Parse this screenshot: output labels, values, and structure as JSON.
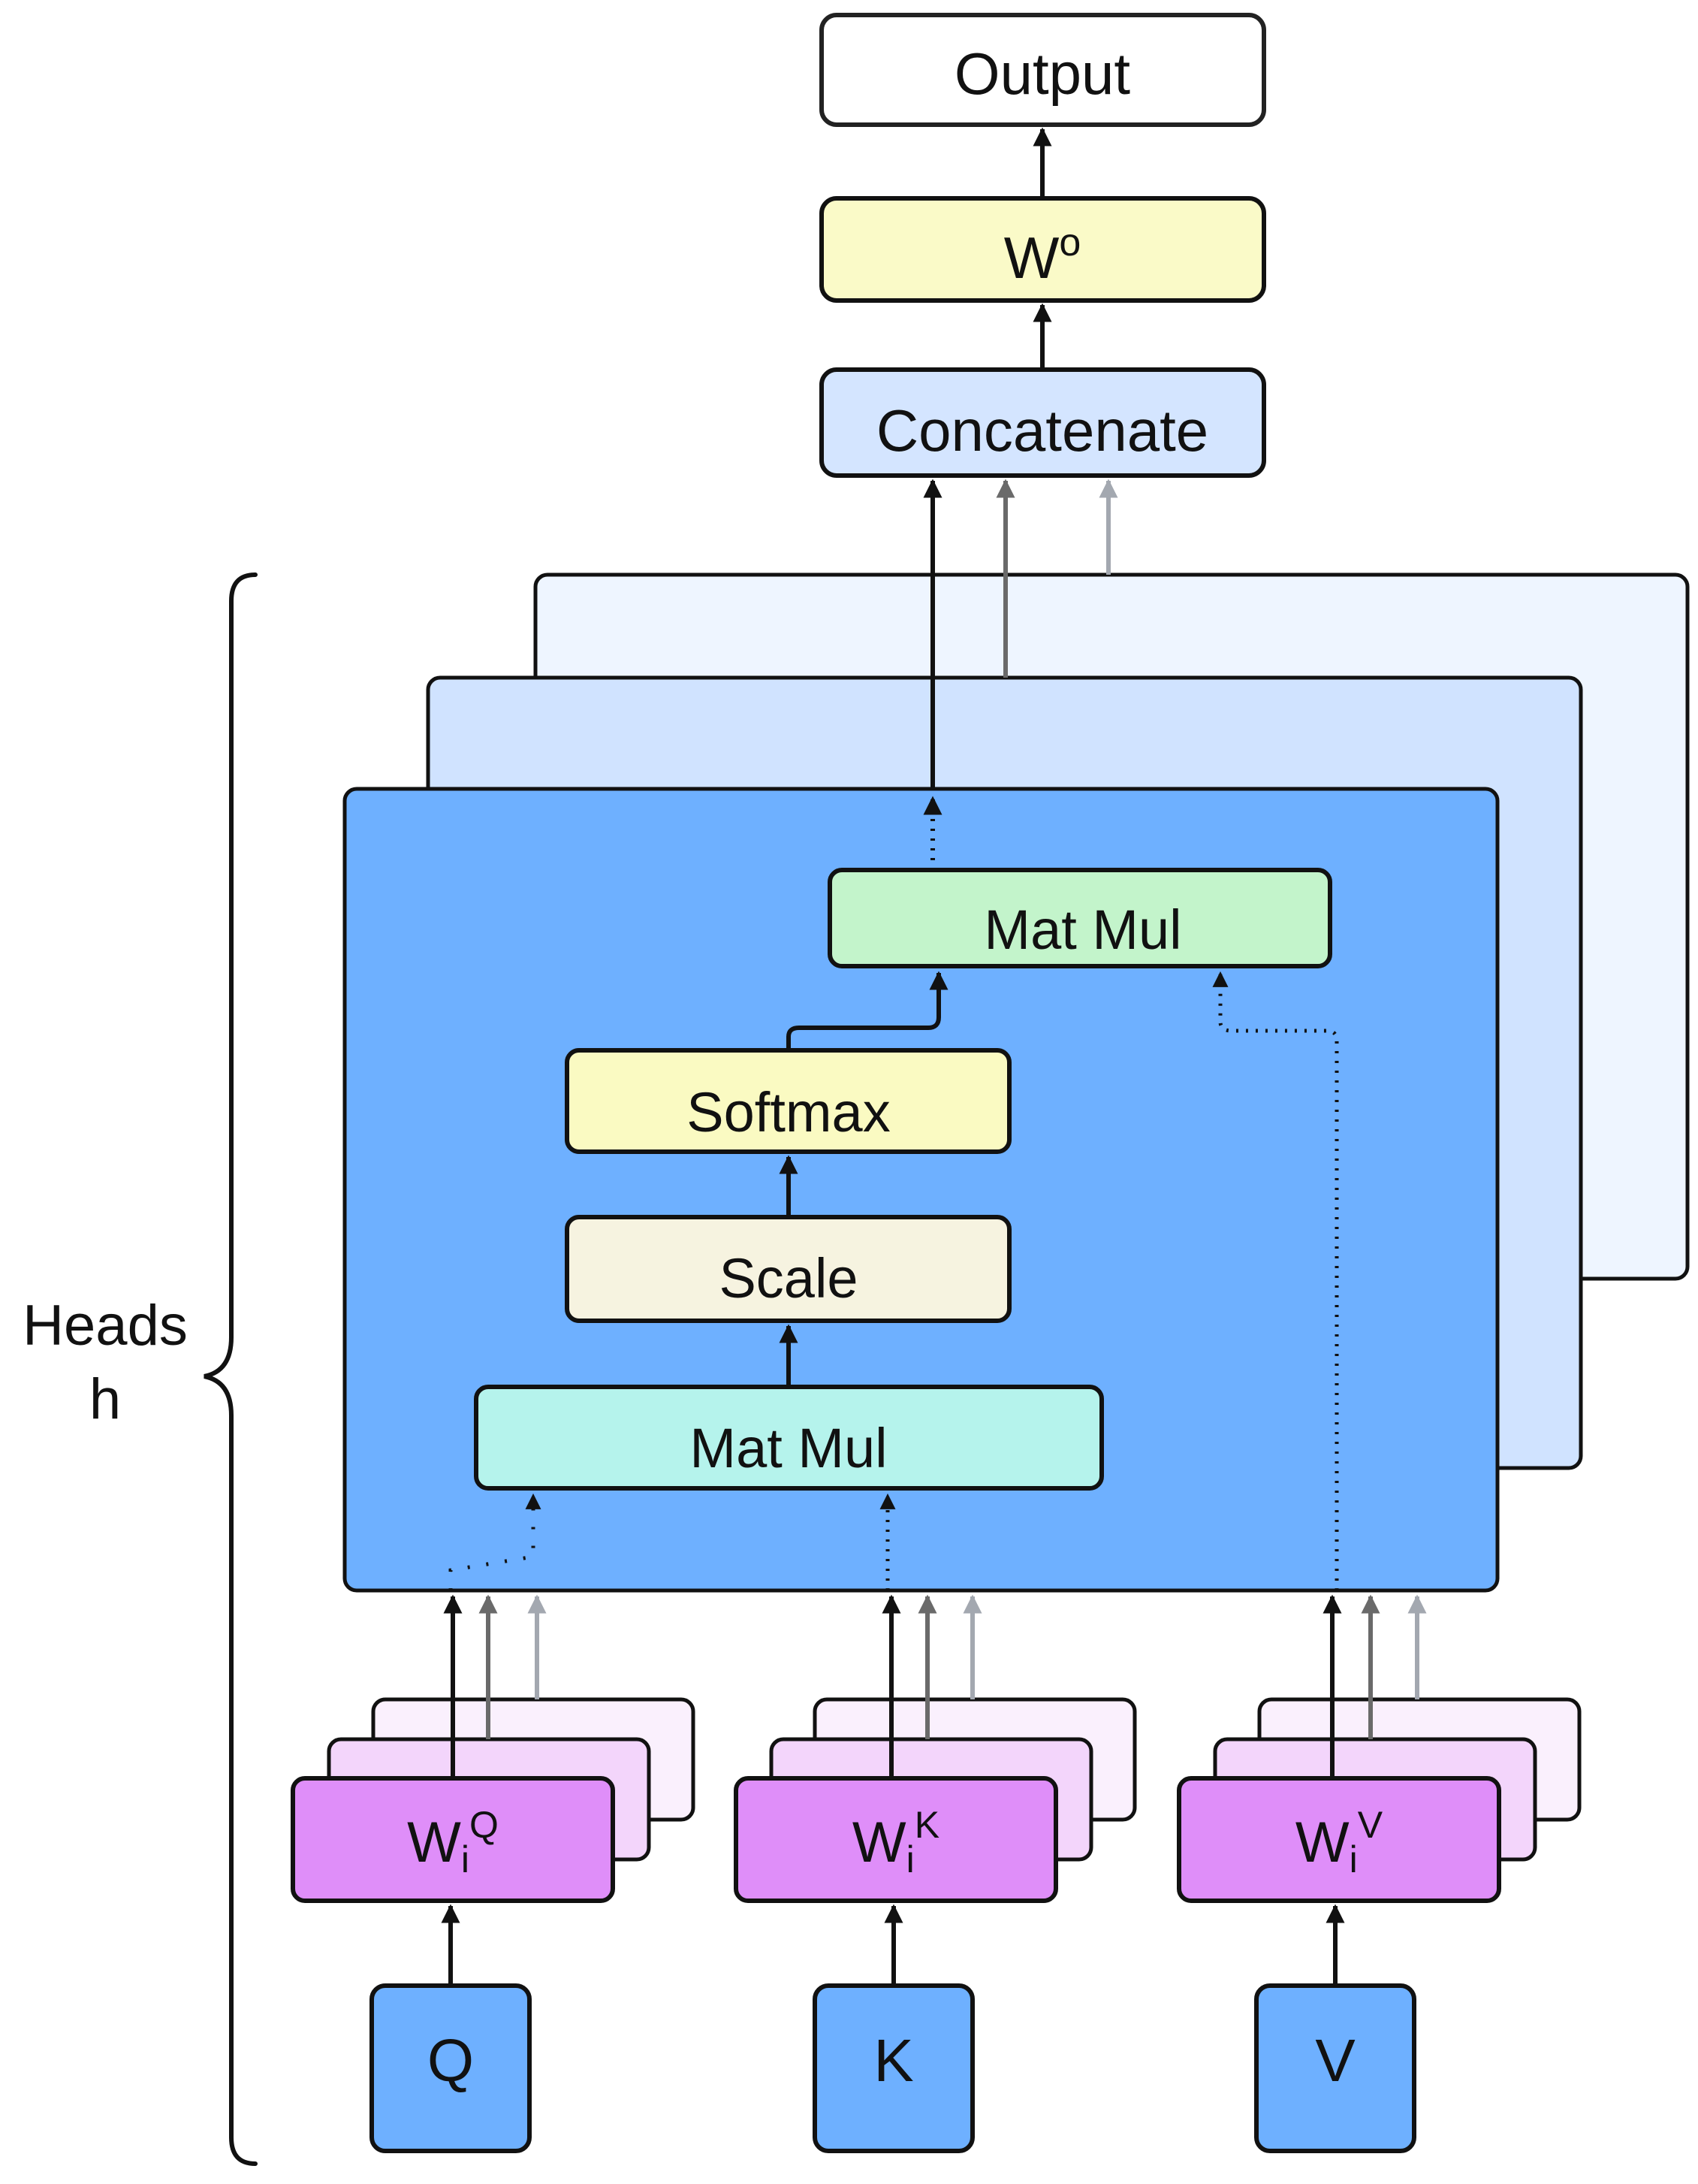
{
  "output": {
    "label": "Output"
  },
  "wo": {
    "label": "W",
    "sup": "o"
  },
  "concat": {
    "label": "Concatenate"
  },
  "heads": {
    "line1": "Heads",
    "line2": "h"
  },
  "matmul_top": {
    "label": "Mat Mul"
  },
  "softmax": {
    "label": "Softmax"
  },
  "scale": {
    "label": "Scale"
  },
  "matmul_bottom": {
    "label": "Mat Mul"
  },
  "proj_q": {
    "base": "W",
    "sub": "i",
    "sup": "Q"
  },
  "proj_k": {
    "base": "W",
    "sub": "i",
    "sup": "K"
  },
  "proj_v": {
    "base": "W",
    "sub": "i",
    "sup": "V"
  },
  "input_q": {
    "label": "Q"
  },
  "input_k": {
    "label": "K"
  },
  "input_v": {
    "label": "V"
  },
  "colors": {
    "output": "#ffffff",
    "wo": "#fafac8",
    "concat": "#d4e5ff",
    "head_back": "#eef5ff",
    "head_mid": "#d0e3ff",
    "head_front": "#6eb0ff",
    "matmul_top": "#c3f4cb",
    "softmax": "#fafac2",
    "scale": "#f6f3e0",
    "matmul_bottom": "#b5f3ec",
    "proj_front": "#df8ef9",
    "proj_mid": "#f3d5fb",
    "proj_back": "#faf0fd",
    "input": "#6eb0ff",
    "arrow_black": "#111111",
    "arrow_dark": "#6a6a6a",
    "arrow_light": "#a3a8b0"
  }
}
